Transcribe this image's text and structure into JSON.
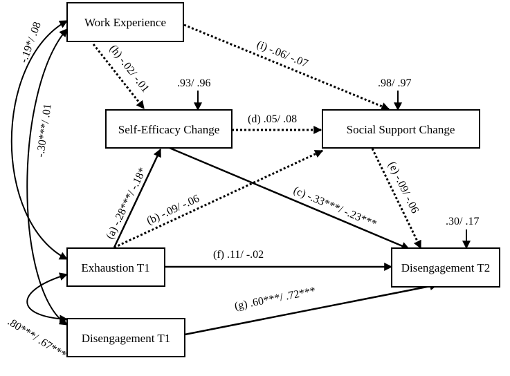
{
  "nodes": {
    "work_experience": "Work Experience",
    "self_efficacy": "Self-Efficacy Change",
    "social_support": "Social Support Change",
    "exhaustion": "Exhaustion T1",
    "disengagement_t1": "Disengagement T1",
    "disengagement_t2": "Disengagement T2"
  },
  "paths": {
    "a": "(a) -.28***/ -.18*",
    "b": "(b) -.09/ -.06",
    "c": "(c) -.33***/ -.23***",
    "d": "(d) .05/ .08",
    "e": "(e) -.09/ -.06",
    "f": "(f) .11/ -.02",
    "g": "(g) .60***/ .72***",
    "h": "(h) -.02/ -.01",
    "i": "(i) -.06/ -.07"
  },
  "residuals": {
    "self_efficacy": ".93/ .96",
    "social_support": ".98/ .97",
    "disengagement_t2": ".30/ .17"
  },
  "correlations": {
    "work_exhaustion": "-.19*/ .08",
    "work_disengagement": "-.30***/ .01",
    "exhaustion_disengagement": ".80***/ .67***"
  }
}
